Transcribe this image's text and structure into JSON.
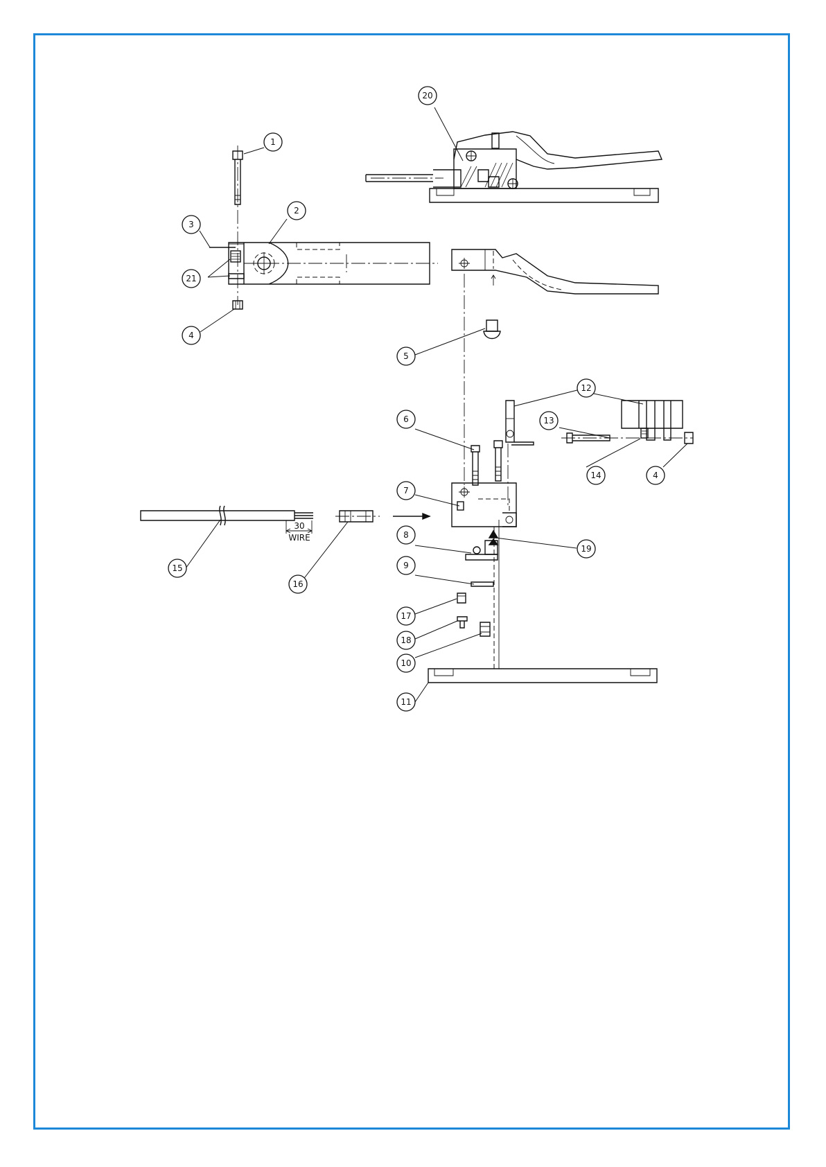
{
  "frame_color": "#1e88d8",
  "balloons": [
    {
      "id": "b1",
      "label": "1"
    },
    {
      "id": "b2",
      "label": "2"
    },
    {
      "id": "b3",
      "label": "3"
    },
    {
      "id": "b4a",
      "label": "4"
    },
    {
      "id": "b4b",
      "label": "4"
    },
    {
      "id": "b5",
      "label": "5"
    },
    {
      "id": "b6",
      "label": "6"
    },
    {
      "id": "b7",
      "label": "7"
    },
    {
      "id": "b8",
      "label": "8"
    },
    {
      "id": "b9",
      "label": "9"
    },
    {
      "id": "b10",
      "label": "10"
    },
    {
      "id": "b11",
      "label": "11"
    },
    {
      "id": "b12",
      "label": "12"
    },
    {
      "id": "b13",
      "label": "13"
    },
    {
      "id": "b14",
      "label": "14"
    },
    {
      "id": "b15",
      "label": "15"
    },
    {
      "id": "b16",
      "label": "16"
    },
    {
      "id": "b17",
      "label": "17"
    },
    {
      "id": "b18",
      "label": "18"
    },
    {
      "id": "b19",
      "label": "19"
    },
    {
      "id": "b20",
      "label": "20"
    },
    {
      "id": "b21",
      "label": "21"
    }
  ],
  "dimension": {
    "value": "30",
    "label": "WIRE"
  }
}
